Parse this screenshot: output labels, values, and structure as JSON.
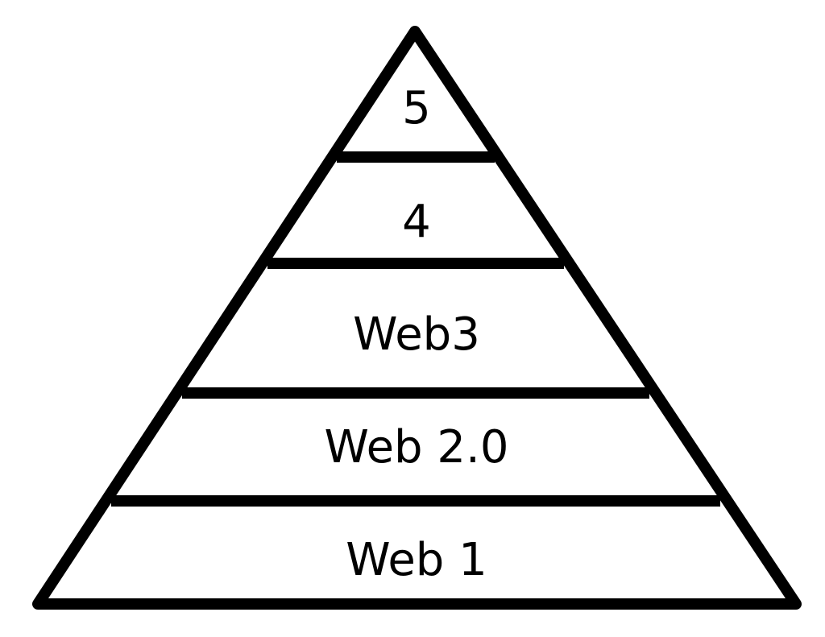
{
  "diagram": {
    "type": "pyramid",
    "stroke_color": "#000000",
    "fill_color": "#ffffff",
    "tiers_top_to_bottom": [
      {
        "label": "5"
      },
      {
        "label": "4"
      },
      {
        "label": "Web3"
      },
      {
        "label": "Web 2.0"
      },
      {
        "label": "Web 1"
      }
    ]
  }
}
